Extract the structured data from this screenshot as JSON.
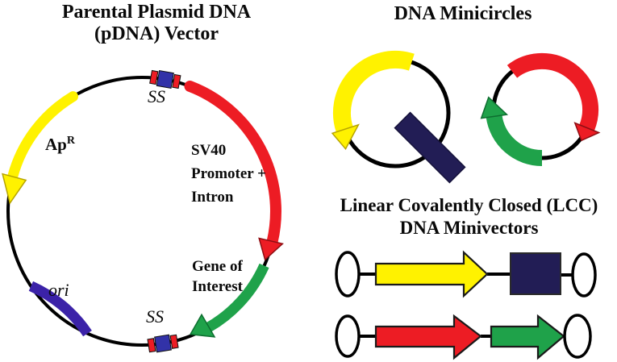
{
  "colors": {
    "yellow": "#FFF200",
    "yellow_edge": "#b5a300",
    "red": "#ED1C24",
    "red_edge": "#8e0e13",
    "green": "#1FA24A",
    "green_edge": "#0e6e30",
    "navy": "#221D55",
    "purple": "#3B22A8",
    "ss_blue": "#3232A8",
    "black": "#000000",
    "background": "#FFFFFF"
  },
  "titles": {
    "plasmid_line1": "Parental Plasmid DNA",
    "plasmid_line2": "(pDNA) Vector",
    "minicircles": "DNA Minicircles",
    "lcc_line1": "Linear Covalently Closed (LCC)",
    "lcc_line2": "DNA Minivectors"
  },
  "plasmid": {
    "labels": {
      "ss_top": "SS",
      "ss_bottom": "SS",
      "ap_base": "Ap",
      "ap_sup": "R",
      "sv40_line1": "SV40",
      "sv40_line2": "Promoter +",
      "sv40_line3": "Intron",
      "gene_line1": "Gene of",
      "gene_line2": "Interest",
      "ori": "ori"
    },
    "segments": [
      {
        "label": "ApR",
        "color": "yellow",
        "shape": "arc-arrow",
        "direction": "counterclockwise"
      },
      {
        "label": "SS",
        "color": "red-blue-red",
        "shape": "site-box",
        "position": "top"
      },
      {
        "label": "SV40 Promoter + Intron",
        "color": "red",
        "shape": "arc-arrow",
        "direction": "clockwise"
      },
      {
        "label": "Gene of Interest",
        "color": "green",
        "shape": "arc-arrow",
        "direction": "clockwise"
      },
      {
        "label": "SS",
        "color": "red-blue-red",
        "shape": "site-box",
        "position": "bottom"
      },
      {
        "label": "ori",
        "color": "purple",
        "shape": "arc"
      }
    ]
  },
  "minicircles": {
    "left": {
      "parts": [
        "yellow arc arrow (counterclockwise)",
        "navy block"
      ]
    },
    "right": {
      "parts": [
        "red arc arrow (clockwise)",
        "green arc arrow (clockwise)"
      ]
    }
  },
  "lcc": {
    "row1": {
      "parts": [
        "loop end",
        "yellow arrow",
        "navy block",
        "loop end"
      ]
    },
    "row2": {
      "parts": [
        "loop end",
        "red arrow",
        "green arrow",
        "loop end"
      ]
    }
  }
}
